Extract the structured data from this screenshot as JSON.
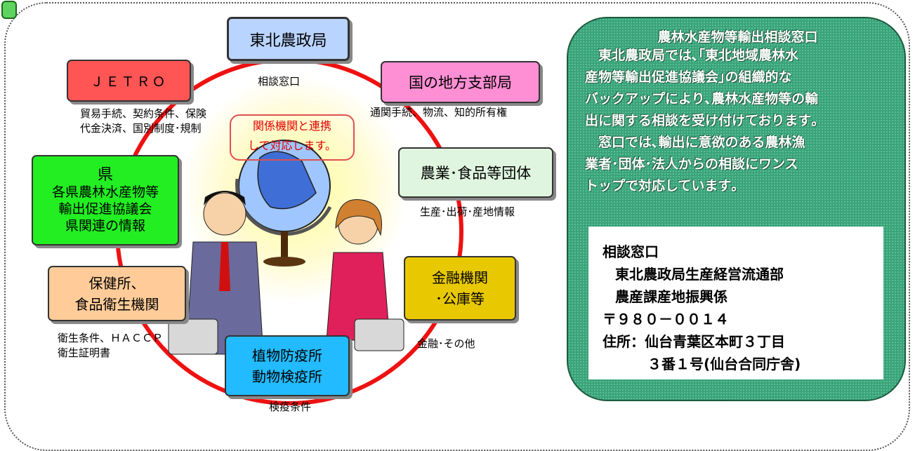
{
  "colors": {
    "ring": "#ee1111",
    "panel_bg": "#3aa37a",
    "tohoku": "#b9d4ff",
    "jetro": "#ff5555",
    "regional": "#ff8fd4",
    "agri": "#dff5df",
    "pref": "#22ee22",
    "health": "#ffcc99",
    "finance": "#e8c800",
    "quarantine": "#22bbff"
  },
  "nodes": {
    "tohoku": "東北農政局",
    "jetro": "ＪＥＴＲＯ",
    "regional": "国の地方支部局",
    "agri": "農業･食品等団体",
    "pref_title": "県",
    "pref_line1": "各県農林水産物等",
    "pref_line2": "輸出促進協議会",
    "pref_line3": "県関連の情報",
    "health": "保健所、\n食品衛生機関",
    "finance": "金融機関\n･公庫等",
    "quarantine": "植物防疫所\n動物検疫所"
  },
  "captions": {
    "tohoku": "相談窓口",
    "jetro": "貿易手続、契約条件、保険\n代金決済、国別制度･規制",
    "regional": "通関手続、物流、知的所有権",
    "agri": "生産･出荷･産地情報",
    "health": "衛生条件、ＨＡＣＣＰ\n衛生証明書",
    "finance": "金融･その他",
    "quarantine": "検疫条件"
  },
  "center_callout": "関係機関と連携\nして対応します。",
  "panel": {
    "title": "農林水産物等輸出相談窓口",
    "body": "　東北農政局では､｢東北地域農林水\n産物等輸出促進協議会｣の組織的な\nバックアップにより､農林水産物等の輸\n出に関する相談を受け付けております｡\n　窓口では､輸出に意欲のある農林漁\n業者･団体･法人からの相談にワンス\nトップで対応しています｡"
  },
  "contact": {
    "label": "相談窓口",
    "dept": "東北農政局生産経営流通部",
    "section": "農産課産地振興係",
    "postal": "〒９８０－００１４",
    "address1": "住所：仙台青葉区本町３丁目",
    "address2": "３番１号(仙台合同庁舎)"
  }
}
